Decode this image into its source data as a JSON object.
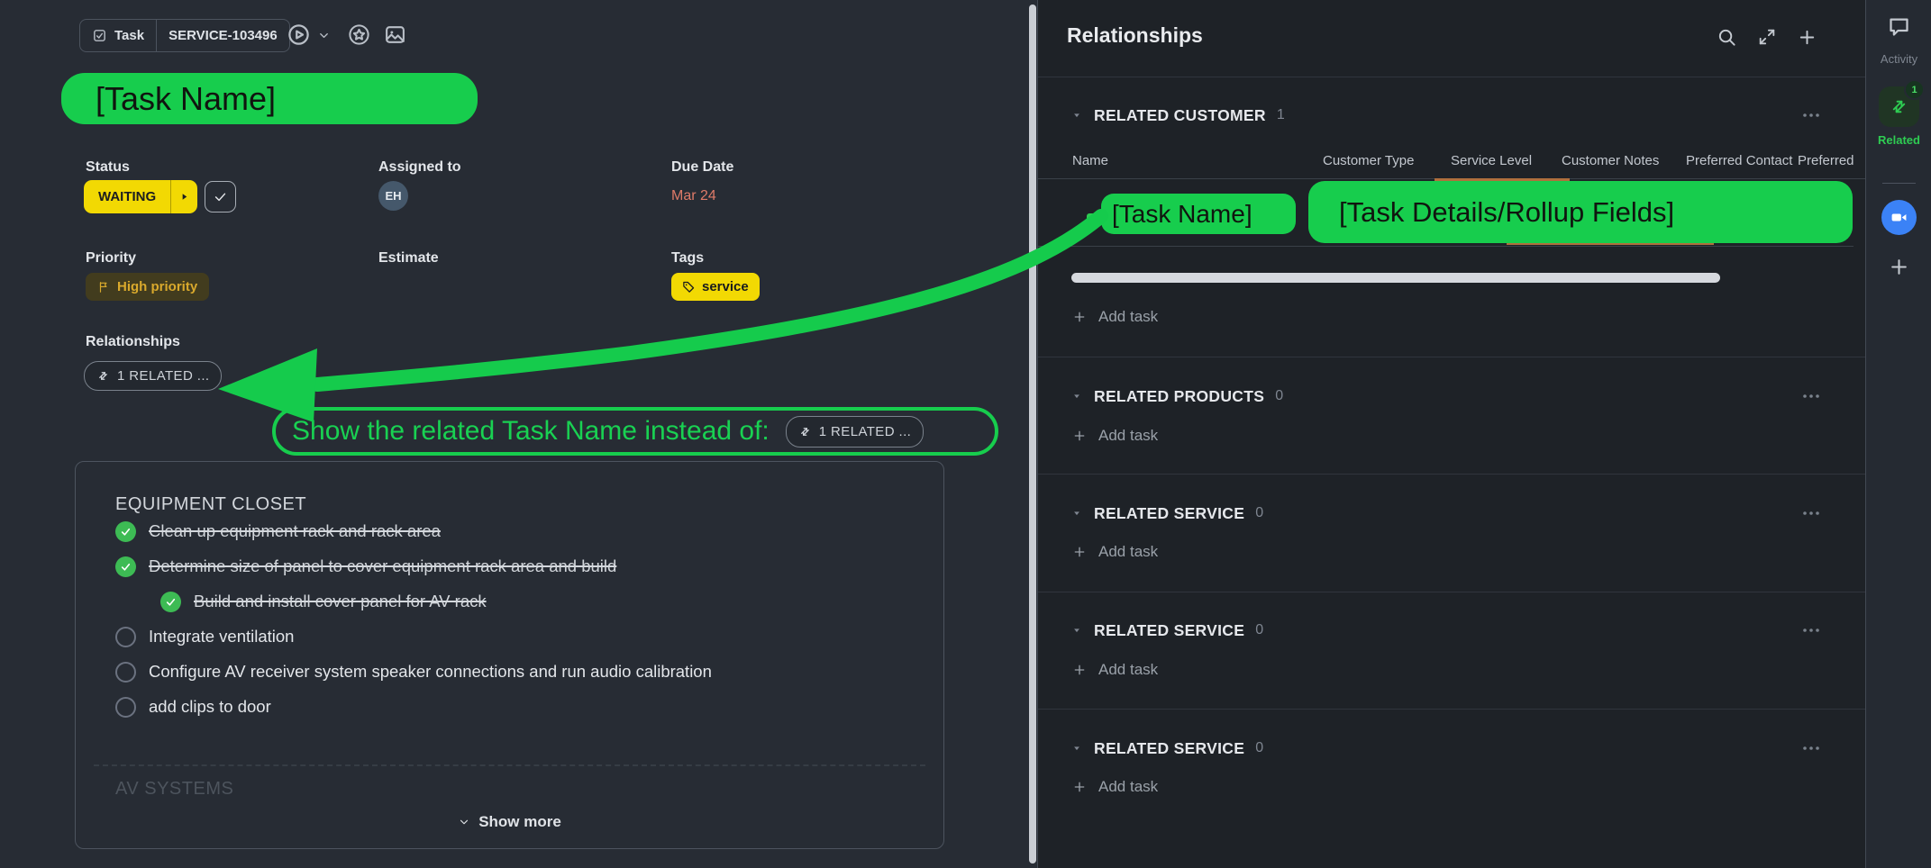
{
  "colors": {
    "accent_green": "#17cd4d",
    "status_yellow": "#f2d903",
    "priority_text": "#d9a92c",
    "due_date_text": "#de7a68",
    "related_green": "#2ecc52",
    "zoom_blue": "#3b82f6"
  },
  "task_panel": {
    "type_label": "Task",
    "task_id": "SERVICE-103496",
    "title": "[Task Name]",
    "status": {
      "label": "Status",
      "value": "WAITING"
    },
    "assigned": {
      "label": "Assigned to",
      "avatar_initials": "EH"
    },
    "due": {
      "label": "Due Date",
      "value": "Mar 24"
    },
    "priority": {
      "label": "Priority",
      "value": "High priority"
    },
    "estimate": {
      "label": "Estimate"
    },
    "tags": {
      "label": "Tags",
      "value": "service"
    },
    "relationships": {
      "label": "Relationships",
      "chip_label": "1 RELATED ..."
    },
    "annotation": {
      "text": "Show the related Task Name instead of:",
      "chip_label": "1 RELATED ..."
    },
    "checklist": {
      "title": "EQUIPMENT CLOSET",
      "items": [
        {
          "text": "Clean up equipment rack and rack area",
          "checked": true
        },
        {
          "text": "Determine size of panel to cover equipment rack area and build",
          "checked": true
        },
        {
          "text": "Build and install cover panel for AV rack",
          "checked": true,
          "indented": true
        },
        {
          "text": "Integrate ventilation",
          "checked": false
        },
        {
          "text": "Configure AV receiver system speaker connections and run audio calibration",
          "checked": false
        },
        {
          "text": "add clips to door",
          "checked": false
        }
      ],
      "next_group": "AV SYSTEMS",
      "show_more": "Show more"
    }
  },
  "relationships_panel": {
    "title": "Relationships",
    "add_task": "Add task",
    "sections": [
      {
        "name": "RELATED CUSTOMER",
        "count": "1"
      },
      {
        "name": "RELATED PRODUCTS",
        "count": "0"
      },
      {
        "name": "RELATED SERVICE",
        "count": "0"
      },
      {
        "name": "RELATED SERVICE",
        "count": "0"
      },
      {
        "name": "RELATED SERVICE",
        "count": "0"
      }
    ],
    "table": {
      "columns": [
        "Name",
        "Customer Type",
        "Service Level",
        "Customer Notes",
        "Preferred Contact",
        "Preferred"
      ],
      "row": {
        "name": "[Task Name]",
        "details": "[Task Details/Rollup Fields]"
      }
    }
  },
  "right_sidebar": {
    "activity_label": "Activity",
    "related_label": "Related",
    "related_badge": "1"
  }
}
